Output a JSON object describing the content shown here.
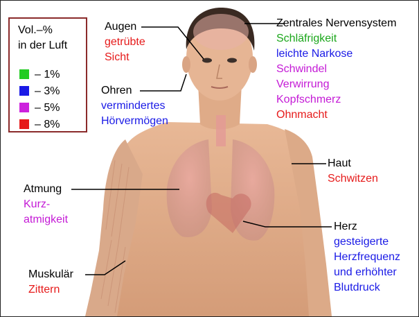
{
  "legend": {
    "title": "Vol.–%\nin der Luft",
    "items": [
      {
        "label": "– 1%",
        "color": "#22cc22"
      },
      {
        "label": "– 3%",
        "color": "#1a1ae6"
      },
      {
        "label": "– 5%",
        "color": "#cc22dd"
      },
      {
        "label": "– 8%",
        "color": "#e61a1a"
      }
    ]
  },
  "colors": {
    "level_1": "#1aa61a",
    "level_3": "#1a1ae6",
    "level_5": "#c41ad6",
    "level_8": "#e61a1a"
  },
  "callouts": {
    "augen": {
      "title": "Augen",
      "effect": "getrübte\nSicht"
    },
    "ohren": {
      "title": "Ohren",
      "effect": "vermindertes\nHörvermögen"
    },
    "zns": {
      "title": "Zentrales Nervensystem",
      "effects": [
        "Schläfrigkeit",
        "leichte Narkose",
        "Schwindel",
        "Verwirrung",
        "Kopfschmerz",
        "Ohnmacht"
      ]
    },
    "haut": {
      "title": "Haut",
      "effect": "Schwitzen"
    },
    "atmung": {
      "title": "Atmung",
      "effect": "Kurz-\natmigkeit"
    },
    "herz": {
      "title": "Herz",
      "effect": "gesteigerte\nHerzfrequenz\nund erhöhter\nBlutdruck"
    },
    "muskular": {
      "title": "Muskulär",
      "effect": "Zittern"
    }
  }
}
